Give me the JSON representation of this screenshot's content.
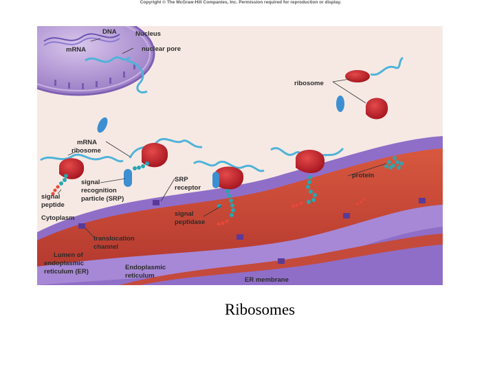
{
  "copyright": "Copyright © The McGraw-Hill Companies, Inc. Permission required for reproduction or display.",
  "caption": "Ribosomes",
  "labels": {
    "dna": "DNA",
    "nucleus": "Nucleus",
    "mrna_nucleus": "mRNA",
    "nuclear_pore": "nuclear pore",
    "ribosome": "ribosome",
    "mrna": "mRNA",
    "ribosome2": "ribosome",
    "srp_1": "signal",
    "srp_2": "recognition",
    "srp_3": "particle (SRP)",
    "srp_receptor_1": "SRP",
    "srp_receptor_2": "receptor",
    "protein": "protein",
    "signal_peptide_1": "signal",
    "signal_peptide_2": "peptide",
    "cytoplasm": "Cytoplasm",
    "signal_peptidase_1": "signal",
    "signal_peptidase_2": "peptidase",
    "translocation_1": "translocation",
    "translocation_2": "channel",
    "lumen_1": "Lumen of",
    "lumen_2": "endoplasmic",
    "lumen_3": "reticulum (ER)",
    "er_1": "Endoplasmic",
    "er_2": "reticulum",
    "er_membrane": "ER membrane"
  },
  "colors": {
    "background": "#f6e9e4",
    "nucleus": "#b79ad6",
    "er_membrane": "#8f6ec8",
    "er_lumen": "#c9473a",
    "ribosome": "#c8202a",
    "mrna": "#4fb3d9",
    "srp": "#3c8fd0",
    "chain": "#2aa6b0",
    "signal_peptide": "#e8473a"
  }
}
